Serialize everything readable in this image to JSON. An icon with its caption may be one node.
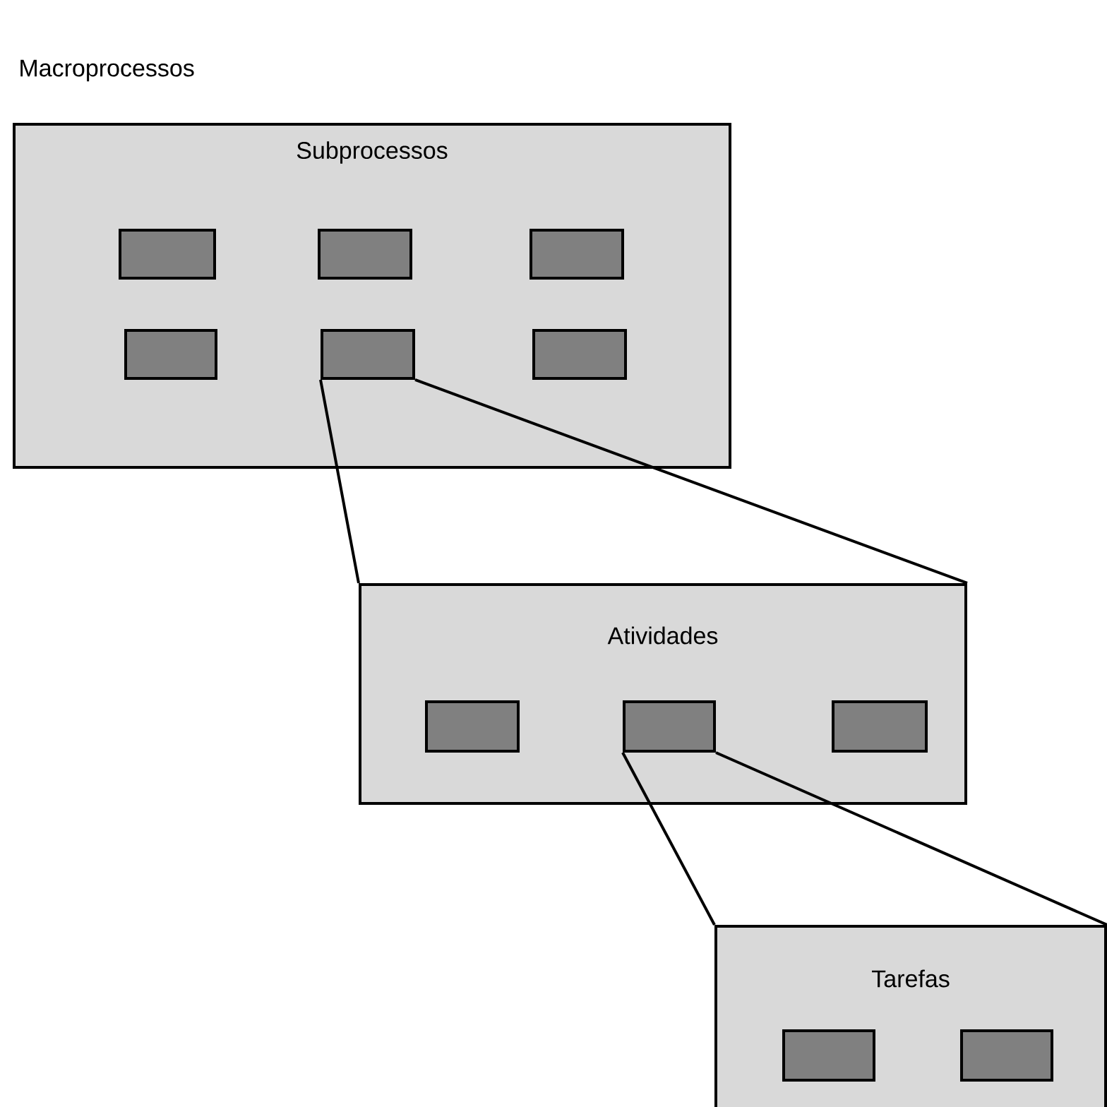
{
  "diagram": {
    "title": "Macroprocessos",
    "nodes": [
      {
        "text": [
          "Subprocessos"
        ]
      },
      {
        "text": [],
        "shape": "box",
        "in": 0
      },
      {
        "text": [],
        "shape": "box",
        "in": 0
      },
      {
        "text": [],
        "shape": "box",
        "in": 0
      },
      {
        "text": [],
        "shape": "box",
        "in": 0
      },
      {
        "text": [],
        "shape": "box",
        "in": 0
      },
      {
        "text": [],
        "shape": "box",
        "in": 0
      },
      {
        "text": [
          "Atividades"
        ]
      },
      {
        "text": [],
        "shape": "box",
        "in": 7
      },
      {
        "text": [],
        "shape": "box",
        "in": 7
      },
      {
        "text": [],
        "shape": "box",
        "in": 7
      },
      {
        "text": [
          "Tarefas"
        ]
      },
      {
        "text": [],
        "shape": "box",
        "in": 11
      },
      {
        "text": [],
        "shape": "box",
        "in": 11
      }
    ],
    "edges": [
      {
        "from": 5,
        "to": 7,
        "arrow": "none"
      },
      {
        "from": 5,
        "to": 7,
        "arrow": "none"
      },
      {
        "from": 9,
        "to": 11,
        "arrow": "none"
      },
      {
        "from": 9,
        "to": 11,
        "arrow": "none"
      }
    ]
  }
}
